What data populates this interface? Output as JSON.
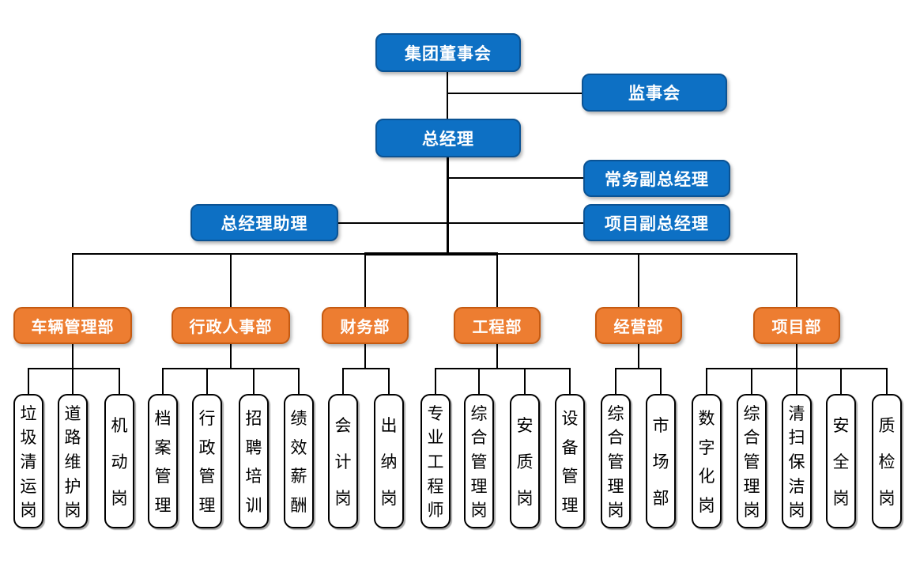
{
  "colors": {
    "blue_fill": "#0d70c4",
    "blue_border": "#0b5394",
    "orange_fill": "#ed7d31",
    "orange_border": "#c55a11",
    "leaf_border": "#000000",
    "line": "#000000"
  },
  "org": {
    "board": "集团董事会",
    "supervisory": "监事会",
    "general_manager": "总经理",
    "executive_deputy_gm": "常务副总经理",
    "project_deputy_gm": "项目副总经理",
    "gm_assistant": "总经理助理",
    "departments": [
      {
        "name": "车辆管理部",
        "positions": [
          "垃圾清运岗",
          "道路维护岗",
          "机动岗"
        ]
      },
      {
        "name": "行政人事部",
        "positions": [
          "档案管理",
          "行政管理",
          "招聘培训",
          "绩效薪酬"
        ]
      },
      {
        "name": "财务部",
        "positions": [
          "会计岗",
          "出纳岗"
        ]
      },
      {
        "name": "工程部",
        "positions": [
          "专业工程师",
          "综合管理岗",
          "安质岗",
          "设备管理"
        ]
      },
      {
        "name": "经营部",
        "positions": [
          "综合管理岗",
          "市场部"
        ]
      },
      {
        "name": "项目部",
        "positions": [
          "数字化岗",
          "综合管理岗",
          "清扫保洁岗",
          "安全岗",
          "质检岗"
        ]
      }
    ]
  }
}
